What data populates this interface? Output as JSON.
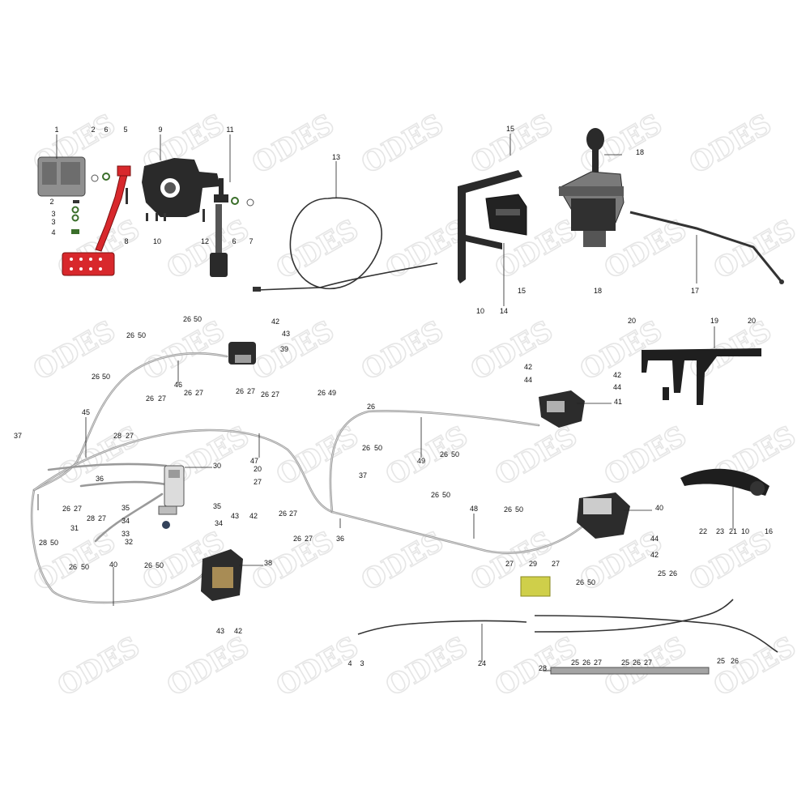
{
  "watermark": "ODES",
  "parts": [
    {
      "id": "p1",
      "label": "1"
    },
    {
      "id": "p2a",
      "label": "2"
    },
    {
      "id": "p6a",
      "label": "6"
    },
    {
      "id": "p5",
      "label": "5"
    },
    {
      "id": "p9",
      "label": "9"
    },
    {
      "id": "p11",
      "label": "11"
    },
    {
      "id": "p2b",
      "label": "2"
    },
    {
      "id": "p3a",
      "label": "3"
    },
    {
      "id": "p3b",
      "label": "3"
    },
    {
      "id": "p4a",
      "label": "4"
    },
    {
      "id": "p8",
      "label": "8"
    },
    {
      "id": "p10a",
      "label": "10"
    },
    {
      "id": "p12",
      "label": "12"
    },
    {
      "id": "p6b",
      "label": "6"
    },
    {
      "id": "p7",
      "label": "7"
    },
    {
      "id": "p13",
      "label": "13"
    },
    {
      "id": "p15a",
      "label": "15"
    },
    {
      "id": "p15b",
      "label": "15"
    },
    {
      "id": "p10b",
      "label": "10"
    },
    {
      "id": "p14",
      "label": "14"
    },
    {
      "id": "p18a",
      "label": "18"
    },
    {
      "id": "p18b",
      "label": "18"
    },
    {
      "id": "p17",
      "label": "17"
    },
    {
      "id": "q26a",
      "label": "26"
    },
    {
      "id": "q50a",
      "label": "50"
    },
    {
      "id": "q42a",
      "label": "42"
    },
    {
      "id": "q43a",
      "label": "43"
    },
    {
      "id": "q39",
      "label": "39"
    },
    {
      "id": "q26b",
      "label": "26"
    },
    {
      "id": "q50b",
      "label": "50"
    },
    {
      "id": "q46",
      "label": "46"
    },
    {
      "id": "q20a",
      "label": "20"
    },
    {
      "id": "q19",
      "label": "19"
    },
    {
      "id": "q20b",
      "label": "20"
    },
    {
      "id": "q26c",
      "label": "26"
    },
    {
      "id": "q50c",
      "label": "50"
    },
    {
      "id": "q42b",
      "label": "42"
    },
    {
      "id": "q44a",
      "label": "44"
    },
    {
      "id": "q42c",
      "label": "42"
    },
    {
      "id": "q44b",
      "label": "44"
    },
    {
      "id": "q41",
      "label": "41"
    },
    {
      "id": "q26d",
      "label": "26"
    },
    {
      "id": "q27d",
      "label": "27"
    },
    {
      "id": "q26e",
      "label": "26"
    },
    {
      "id": "q27e",
      "label": "27"
    },
    {
      "id": "q26f",
      "label": "26"
    },
    {
      "id": "q27f",
      "label": "27"
    },
    {
      "id": "q26g",
      "label": "26"
    },
    {
      "id": "q27g",
      "label": "27"
    },
    {
      "id": "q26h",
      "label": "26"
    },
    {
      "id": "q49a",
      "label": "49"
    },
    {
      "id": "q26i",
      "label": "26"
    },
    {
      "id": "q45",
      "label": "45"
    },
    {
      "id": "q28a",
      "label": "28"
    },
    {
      "id": "q27h",
      "label": "27"
    },
    {
      "id": "q47",
      "label": "47"
    },
    {
      "id": "q37a",
      "label": "37"
    },
    {
      "id": "q30",
      "label": "30"
    },
    {
      "id": "q20c",
      "label": "20"
    },
    {
      "id": "q27i",
      "label": "27"
    },
    {
      "id": "q26j",
      "label": "26"
    },
    {
      "id": "q27j",
      "label": "27"
    },
    {
      "id": "q28b",
      "label": "28"
    },
    {
      "id": "q27k",
      "label": "27"
    },
    {
      "id": "q36a",
      "label": "36"
    },
    {
      "id": "q31",
      "label": "31"
    },
    {
      "id": "q35a",
      "label": "35"
    },
    {
      "id": "q35b",
      "label": "35"
    },
    {
      "id": "q34a",
      "label": "34"
    },
    {
      "id": "q34b",
      "label": "34"
    },
    {
      "id": "q33",
      "label": "33"
    },
    {
      "id": "q32",
      "label": "32"
    },
    {
      "id": "q43b",
      "label": "43"
    },
    {
      "id": "q42d",
      "label": "42"
    },
    {
      "id": "q26k",
      "label": "26"
    },
    {
      "id": "q27l",
      "label": "27"
    },
    {
      "id": "q26l",
      "label": "26"
    },
    {
      "id": "q27m",
      "label": "27"
    },
    {
      "id": "q28c",
      "label": "28"
    },
    {
      "id": "q50d",
      "label": "50"
    },
    {
      "id": "q26m",
      "label": "26"
    },
    {
      "id": "q50e",
      "label": "50"
    },
    {
      "id": "q26n",
      "label": "26"
    },
    {
      "id": "q50f",
      "label": "50"
    },
    {
      "id": "q40a",
      "label": "40"
    },
    {
      "id": "q38a",
      "label": "38"
    },
    {
      "id": "q43c",
      "label": "43"
    },
    {
      "id": "q42e",
      "label": "42"
    },
    {
      "id": "q49b",
      "label": "49"
    },
    {
      "id": "q26o",
      "label": "26"
    },
    {
      "id": "q50g",
      "label": "50"
    },
    {
      "id": "q26p",
      "label": "26"
    },
    {
      "id": "q50h",
      "label": "50"
    },
    {
      "id": "q37b",
      "label": "37"
    },
    {
      "id": "q36b",
      "label": "36"
    },
    {
      "id": "q48",
      "label": "48"
    },
    {
      "id": "q26q",
      "label": "26"
    },
    {
      "id": "q50i",
      "label": "50"
    },
    {
      "id": "q26r",
      "label": "26"
    },
    {
      "id": "q50j",
      "label": "50"
    },
    {
      "id": "q40b",
      "label": "40"
    },
    {
      "id": "q44c",
      "label": "44"
    },
    {
      "id": "q42f",
      "label": "42"
    },
    {
      "id": "q26s",
      "label": "26"
    },
    {
      "id": "q50k",
      "label": "50"
    },
    {
      "id": "q27n",
      "label": "27"
    },
    {
      "id": "q29",
      "label": "29"
    },
    {
      "id": "q27o",
      "label": "27"
    },
    {
      "id": "q22",
      "label": "22"
    },
    {
      "id": "q23",
      "label": "23"
    },
    {
      "id": "q21",
      "label": "21"
    },
    {
      "id": "q10c",
      "label": "10"
    },
    {
      "id": "q16",
      "label": "16"
    },
    {
      "id": "q25a",
      "label": "25"
    },
    {
      "id": "q26t",
      "label": "26"
    },
    {
      "id": "q4b",
      "label": "4"
    },
    {
      "id": "q3c",
      "label": "3"
    },
    {
      "id": "q24",
      "label": "24"
    },
    {
      "id": "q25b",
      "label": "25"
    },
    {
      "id": "q26u",
      "label": "26"
    },
    {
      "id": "q27p",
      "label": "27"
    },
    {
      "id": "q25c",
      "label": "25"
    },
    {
      "id": "q26v",
      "label": "26"
    },
    {
      "id": "q27q",
      "label": "27"
    },
    {
      "id": "q25d",
      "label": "25"
    },
    {
      "id": "q26w",
      "label": "26"
    },
    {
      "id": "q28d",
      "label": "28"
    }
  ]
}
